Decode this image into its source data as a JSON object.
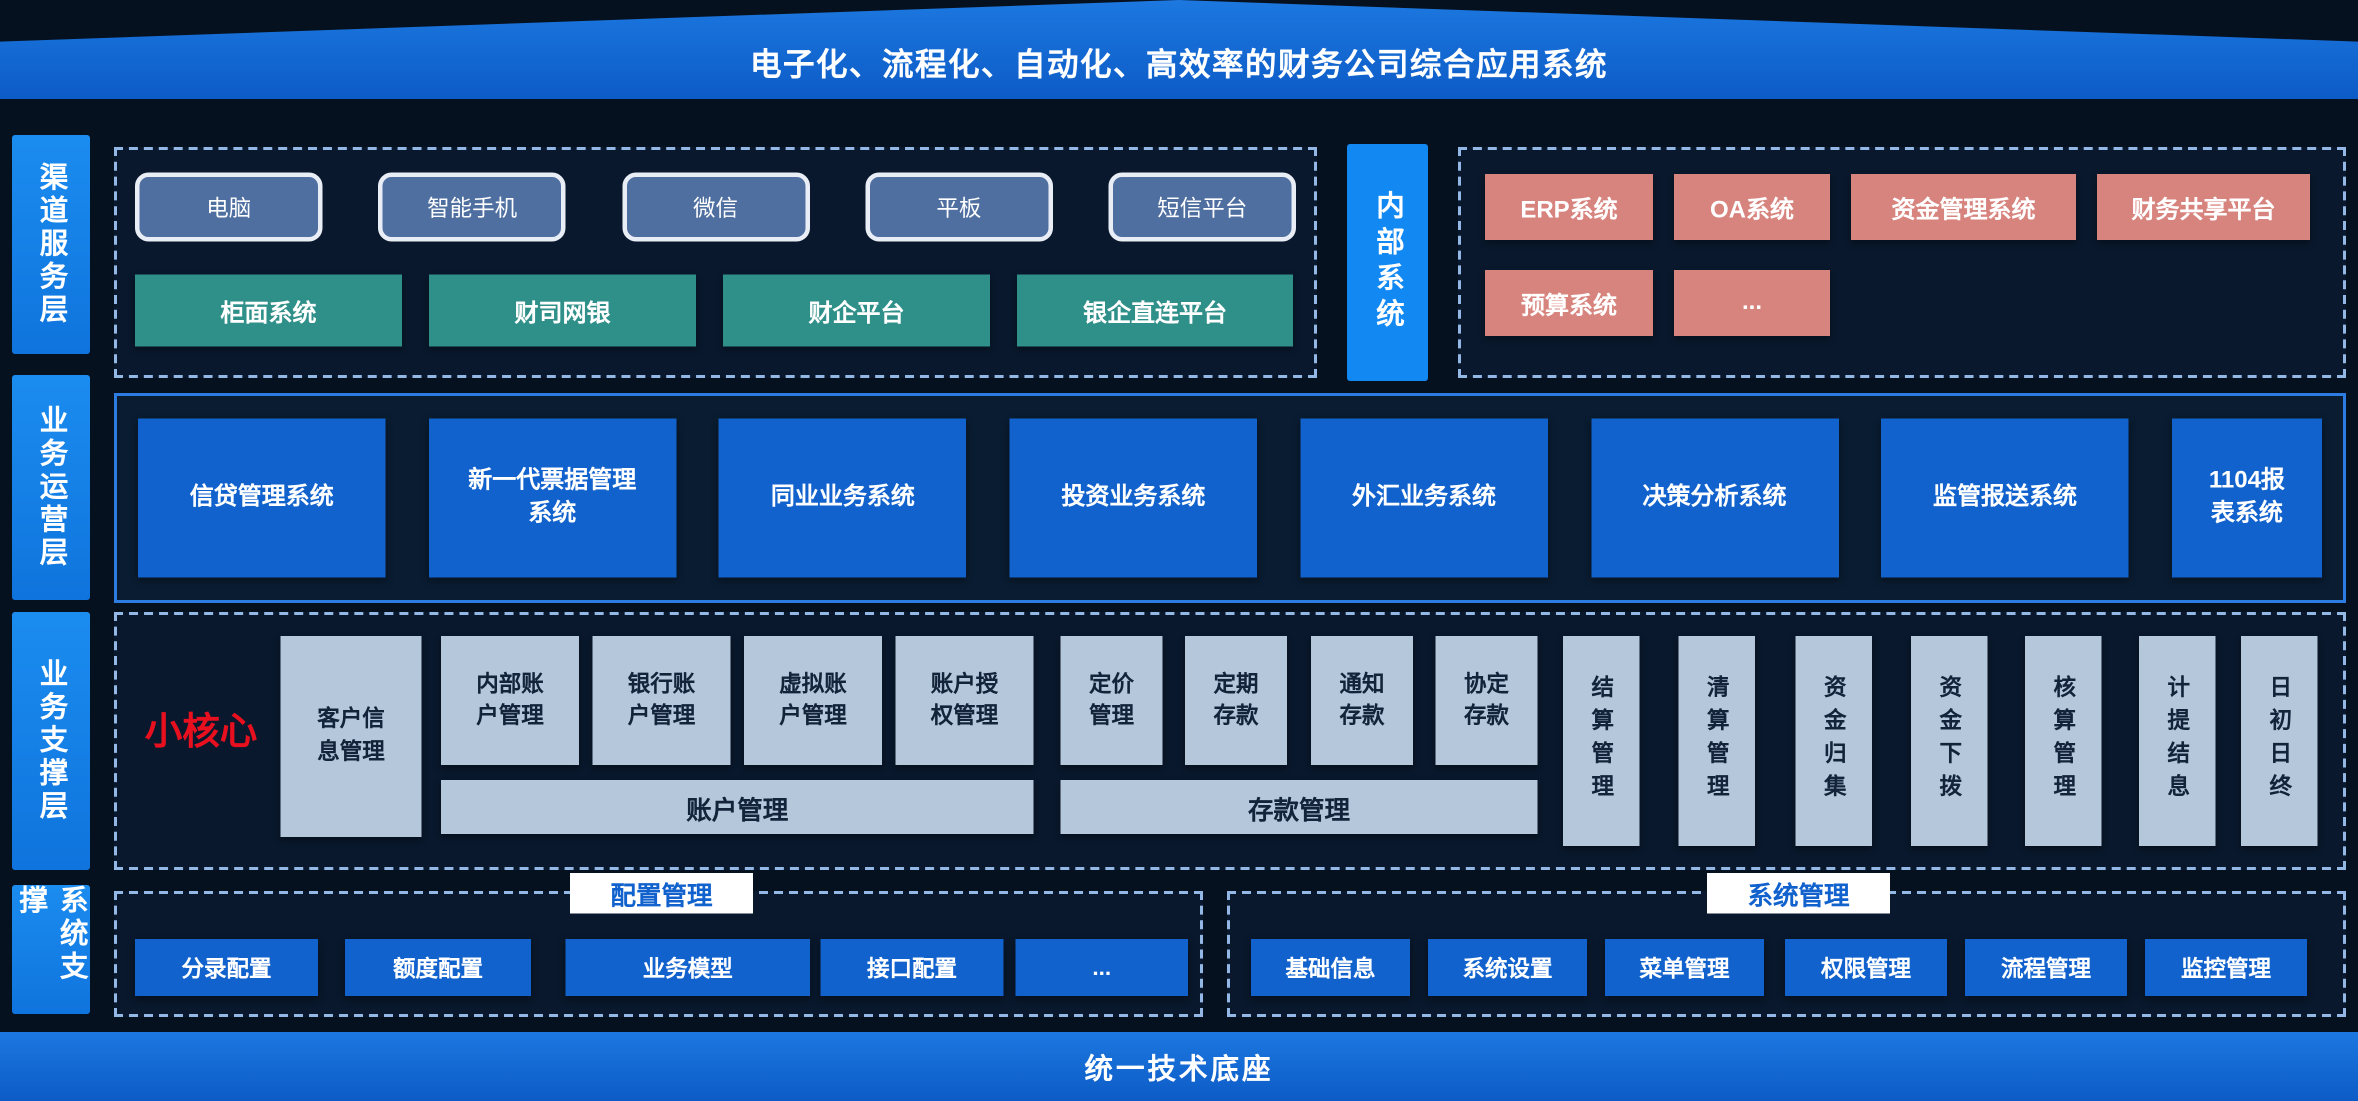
{
  "banner": {
    "title": "电子化、流程化、自动化、高效率的财务公司综合应用系统"
  },
  "layers": [
    "渠道服务层",
    "业务运营层",
    "业务支撑层",
    "系统支撑"
  ],
  "channel": {
    "devices": [
      "电脑",
      "智能手机",
      "微信",
      "平板",
      "短信平台"
    ],
    "platforms": [
      "柜面系统",
      "财司网银",
      "财企平台",
      "银企直连平台"
    ],
    "internal_label": "内部系统",
    "internal_systems": [
      "ERP系统",
      "OA系统",
      "资金管理系统",
      "财务共享平台",
      "预算系统",
      "..."
    ]
  },
  "operation": {
    "systems": [
      "信贷管理系统",
      "新一代票据管理系统",
      "同业业务系统",
      "投资业务系统",
      "外汇业务系统",
      "决策分析系统",
      "监管报送系统",
      "1104报表系统"
    ]
  },
  "support": {
    "core_label": "小核心",
    "customer": "客户信息管理",
    "account": {
      "items": [
        "内部账户管理",
        "银行账户管理",
        "虚拟账户管理",
        "账户授权管理"
      ],
      "label": "账户管理"
    },
    "deposit": {
      "items": [
        "定价管理",
        "定期存款",
        "通知存款",
        "协定存款"
      ],
      "label": "存款管理"
    },
    "vertical": [
      "结算管理",
      "清算管理",
      "资金归集",
      "资金下拨",
      "核算管理",
      "计提结息",
      "日初日终"
    ]
  },
  "system": {
    "config": {
      "title": "配置管理",
      "items": [
        "分录配置",
        "额度配置",
        "业务模型",
        "接口配置",
        "..."
      ]
    },
    "management": {
      "title": "系统管理",
      "items": [
        "基础信息",
        "系统设置",
        "菜单管理",
        "权限管理",
        "流程管理",
        "监控管理"
      ]
    }
  },
  "footer": {
    "label": "统一技术底座"
  },
  "colors": {
    "background": "#061120",
    "banner_blue": "#1266d2",
    "layer_blue": "#1585ea",
    "box_blue": "#1162cd",
    "teal": "#2f8f89",
    "pink": "#d8847e",
    "light": "#b5c7db",
    "core_red": "#e8101f",
    "dashed_border": "#93b8e6"
  }
}
